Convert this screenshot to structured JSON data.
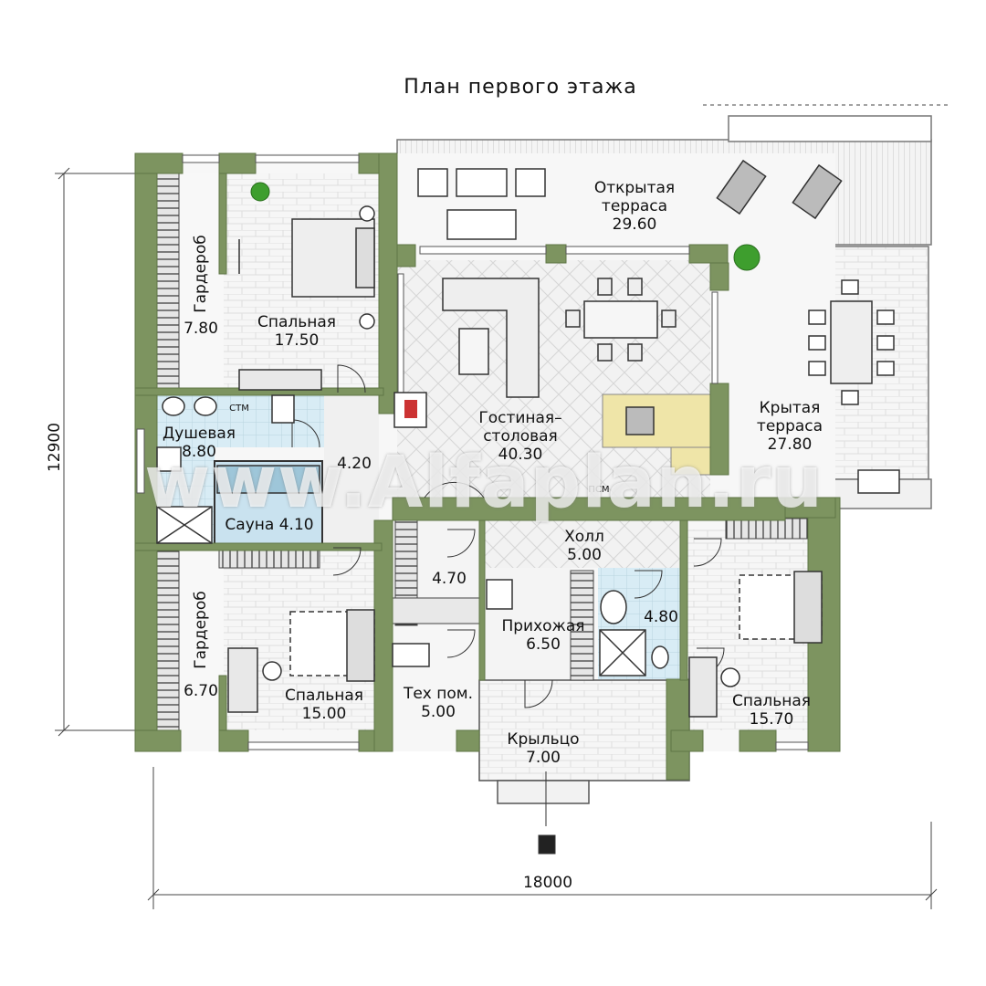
{
  "title": "План первого этажа",
  "dimensions": {
    "width": "18000",
    "height": "12900"
  },
  "rooms": [
    {
      "name": "Открытая",
      "name2": "терраса",
      "area": "29.60"
    },
    {
      "name": "Спальная",
      "area": "17.50"
    },
    {
      "name": "Гардероб",
      "area": "7.80"
    },
    {
      "name": "Гостиная–",
      "name2": "столовая",
      "area": "40.30"
    },
    {
      "name": "Крытая",
      "name2": "терраса",
      "area": "27.80"
    },
    {
      "name": "Душевая",
      "area": "8.80"
    },
    {
      "name": "",
      "area": "4.20"
    },
    {
      "name": "Сауна",
      "area": "4.10"
    },
    {
      "name": "Холл",
      "area": "5.00"
    },
    {
      "name": "",
      "area": "4.70"
    },
    {
      "name": "",
      "area": "4.80"
    },
    {
      "name": "Прихожая",
      "area": "6.50"
    },
    {
      "name": "Гардероб",
      "area": "6.70"
    },
    {
      "name": "Спальная",
      "area": "15.00"
    },
    {
      "name": "Тех пом.",
      "area": "5.00"
    },
    {
      "name": "Спальная",
      "area": "15.70"
    },
    {
      "name": "Крыльцо",
      "area": "7.00"
    }
  ],
  "marks": {
    "sauna_label": "СТМ",
    "kitchen_label": "ПСМ"
  },
  "watermark": "www.Alfaplan.ru",
  "colors": {
    "wall": "#7d9460",
    "wall_dark": "#5f7646",
    "floor_tile": "#efefef",
    "bath_tile": "#d5eaf4",
    "terrace": "#f3f3f3"
  }
}
